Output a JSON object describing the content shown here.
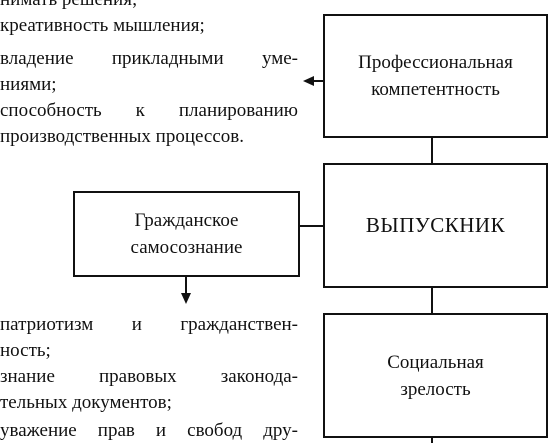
{
  "top_list": [
    "нимать решения;",
    "креативность мышления;",
    "владение прикладными уме-",
    "ниями;",
    "способность к планированию",
    "производственных процессов."
  ],
  "bottom_list": [
    "патриотизм и гражданствен-",
    "ность;",
    "знание правовых законода-",
    "тельных документов;",
    "уважение прав и свобод дру-"
  ],
  "boxes": {
    "professional": [
      "Профессиональная",
      "компетентность"
    ],
    "graduate": "ВЫПУСКНИК",
    "civic": [
      "Гражданское",
      "самосознание"
    ],
    "social": [
      "Социальная",
      "зрелость"
    ]
  }
}
